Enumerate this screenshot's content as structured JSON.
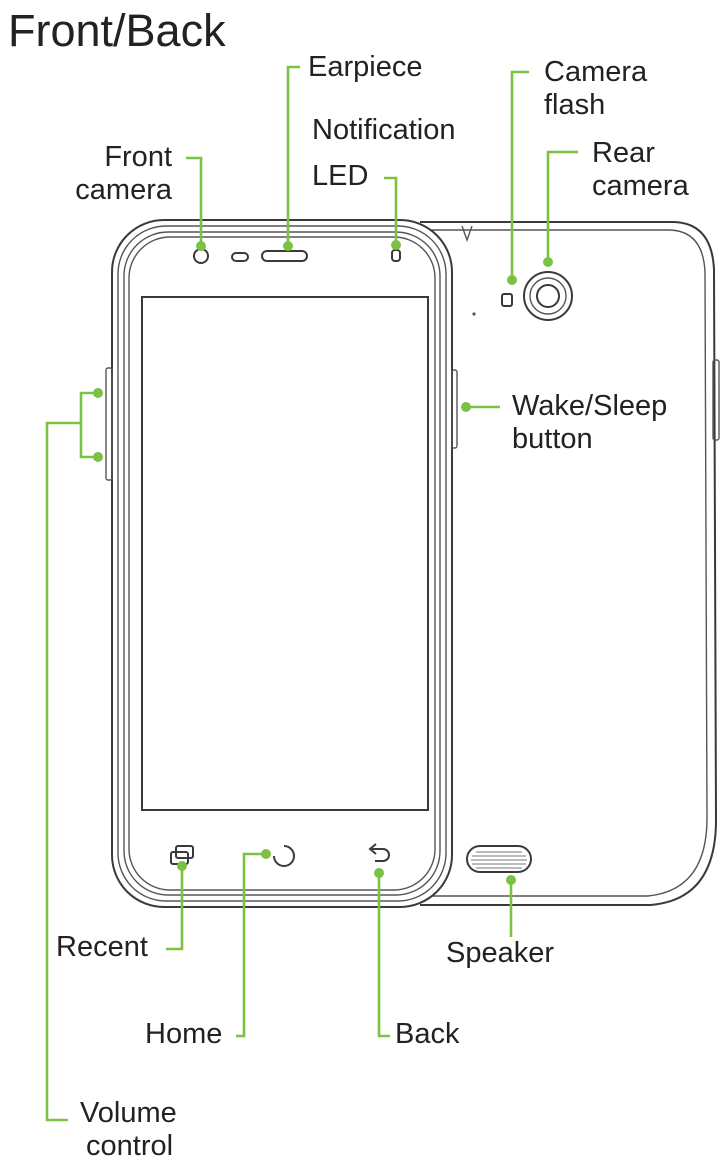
{
  "title": "Front/Back",
  "accent_color": "#7cc242",
  "labels": {
    "earpiece": "Earpiece",
    "camera_flash_1": "Camera",
    "camera_flash_2": "flash",
    "notification_led_1": "Notification",
    "notification_led_2": "LED",
    "front_camera_1": "Front",
    "front_camera_2": "camera",
    "rear_camera_1": "Rear",
    "rear_camera_2": "camera",
    "wake_sleep_1": "Wake/Sleep",
    "wake_sleep_2": "button",
    "recent": "Recent",
    "speaker": "Speaker",
    "home": "Home",
    "back": "Back",
    "volume_1": "Volume",
    "volume_2": "control"
  },
  "icons": [
    "recent-apps-icon",
    "home-icon",
    "back-icon"
  ]
}
